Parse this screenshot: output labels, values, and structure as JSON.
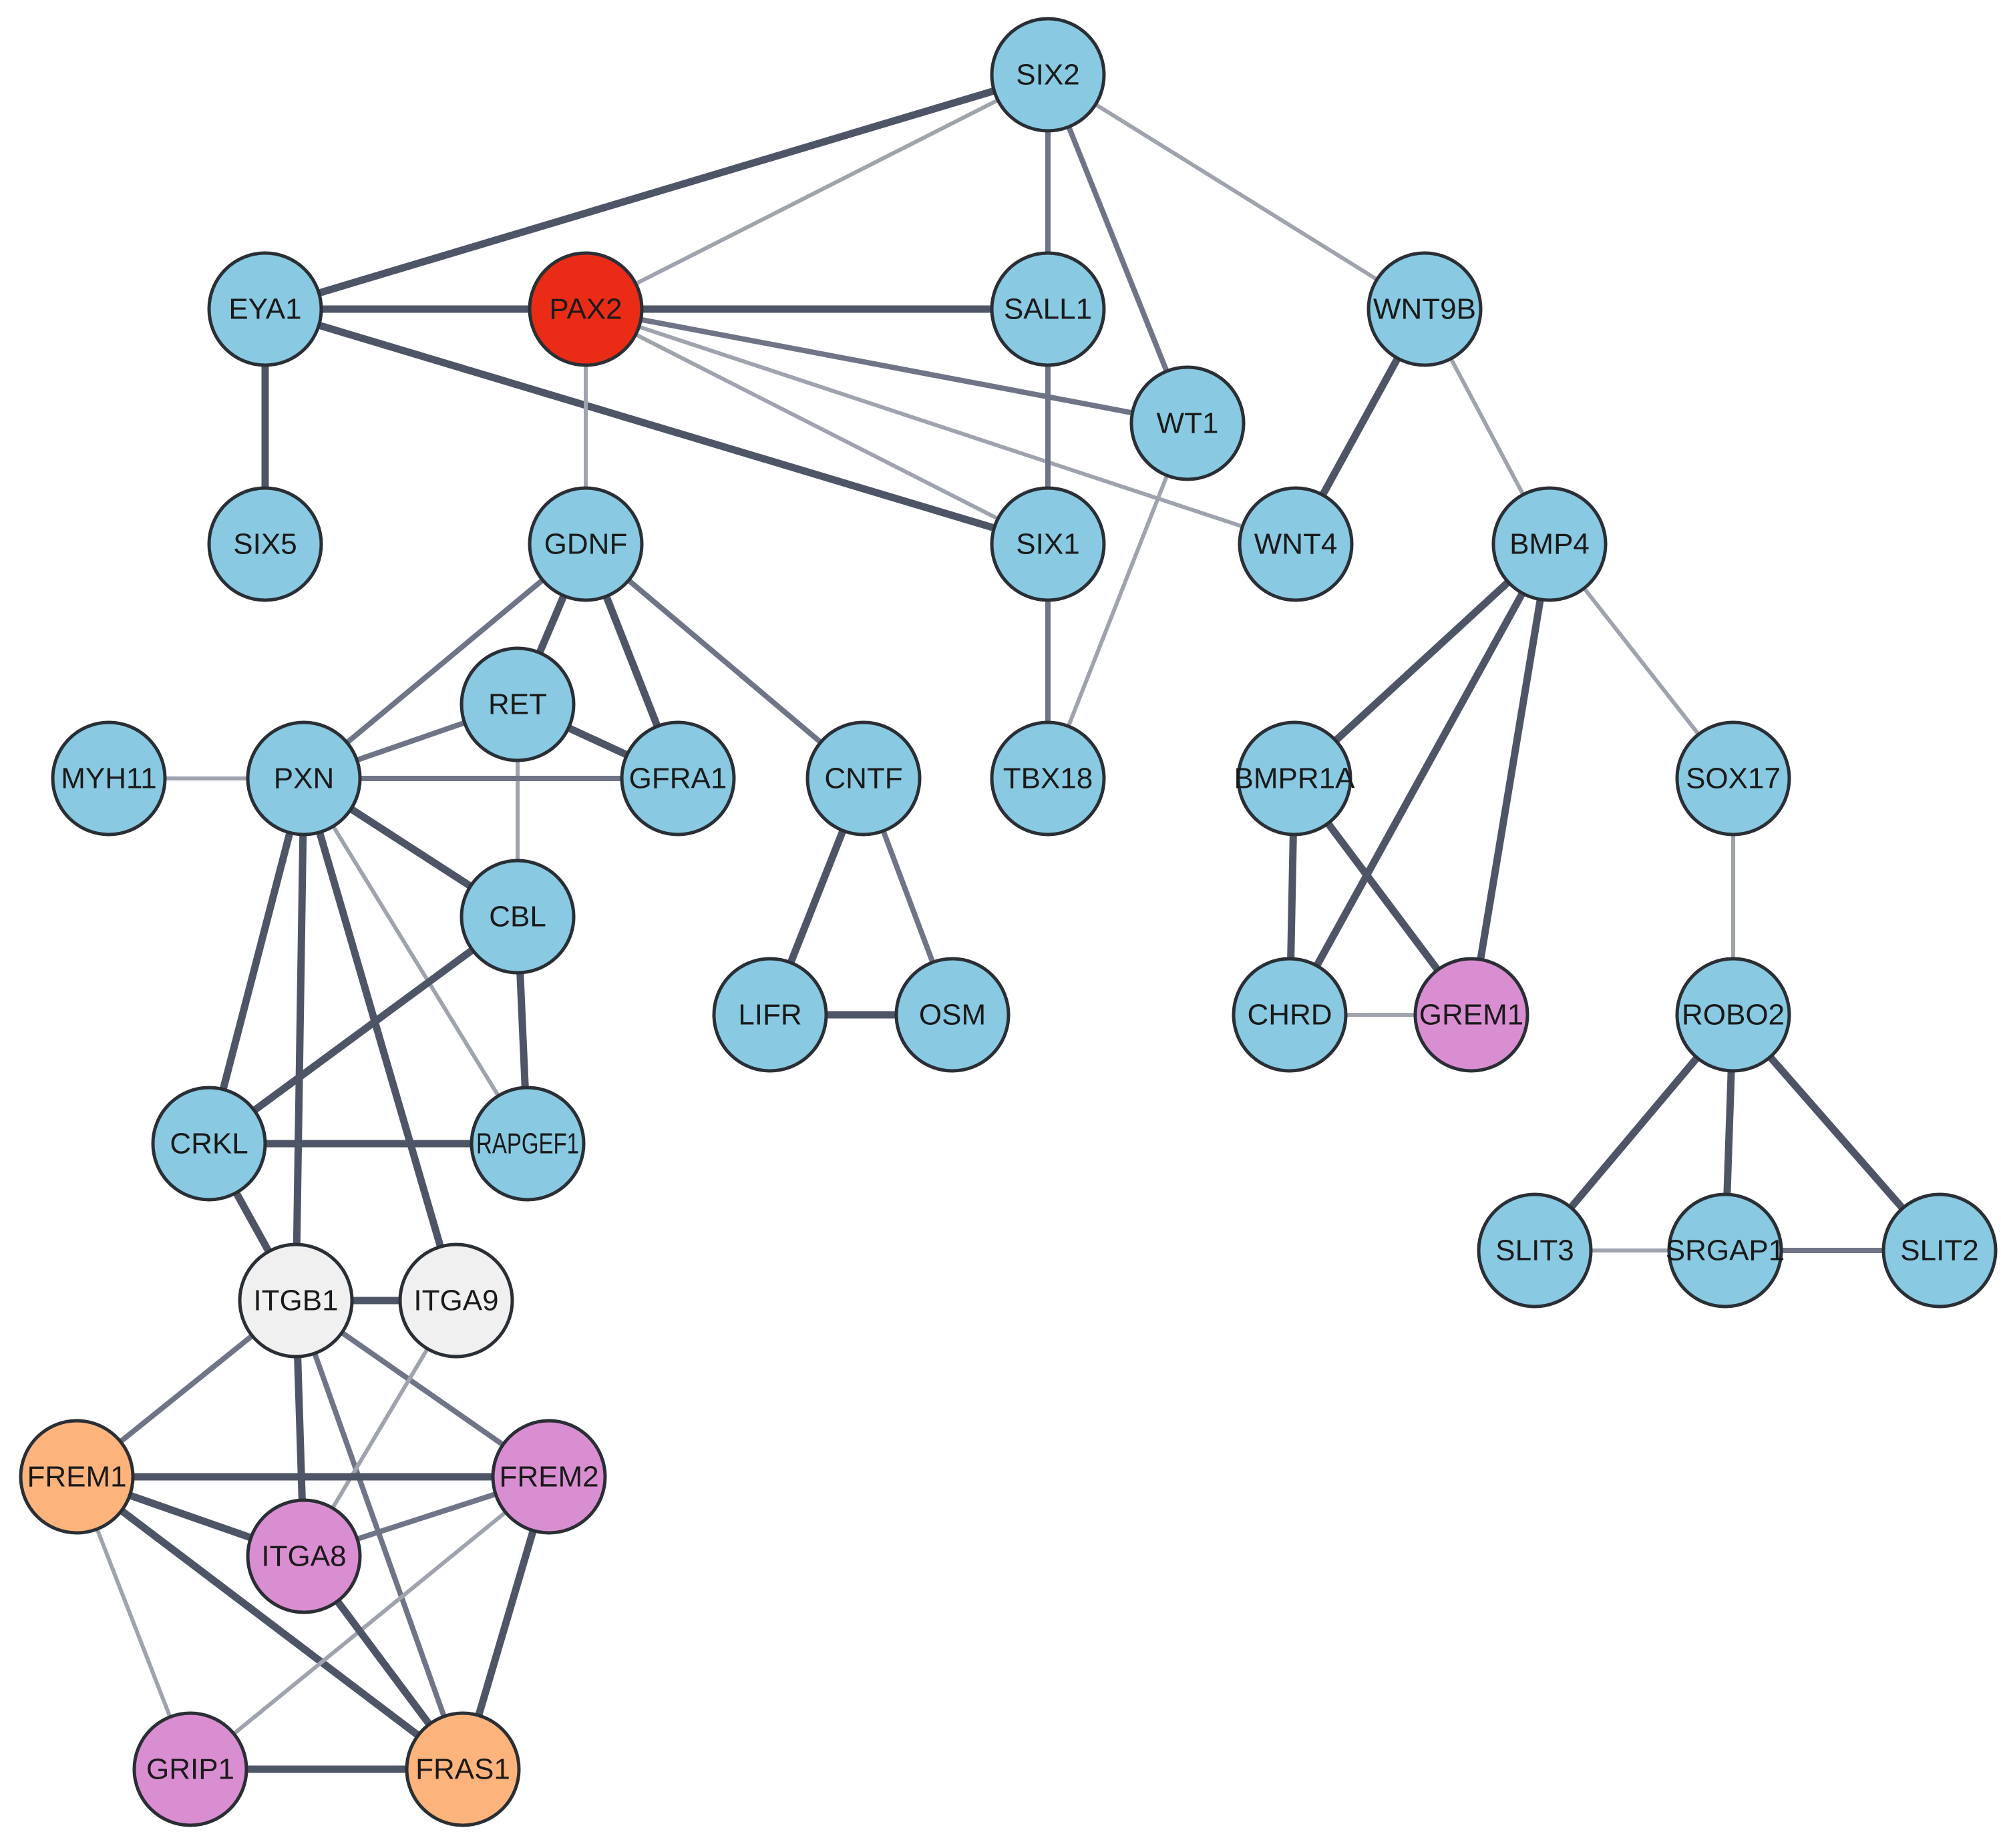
{
  "colors": {
    "default": "#89c9e2",
    "query": "#ea2c16",
    "integrin": "#f0f0f0",
    "pink": "#da8ed2",
    "orange": "#fdb47c",
    "edge_strong": "#4e5566",
    "edge_medium": "#6f7586",
    "edge_weak": "#9fa3ae"
  },
  "nodes": [
    {
      "id": "SIX2",
      "label": "SIX2",
      "group": "default"
    },
    {
      "id": "EYA1",
      "label": "EYA1",
      "group": "default"
    },
    {
      "id": "PAX2",
      "label": "PAX2",
      "group": "query"
    },
    {
      "id": "SALL1",
      "label": "SALL1",
      "group": "default"
    },
    {
      "id": "WNT9B",
      "label": "WNT9B",
      "group": "default"
    },
    {
      "id": "WT1",
      "label": "WT1",
      "group": "default"
    },
    {
      "id": "SIX5",
      "label": "SIX5",
      "group": "default"
    },
    {
      "id": "GDNF",
      "label": "GDNF",
      "group": "default"
    },
    {
      "id": "SIX1",
      "label": "SIX1",
      "group": "default"
    },
    {
      "id": "WNT4",
      "label": "WNT4",
      "group": "default"
    },
    {
      "id": "BMP4",
      "label": "BMP4",
      "group": "default"
    },
    {
      "id": "RET",
      "label": "RET",
      "group": "default"
    },
    {
      "id": "MYH11",
      "label": "MYH11",
      "group": "default"
    },
    {
      "id": "PXN",
      "label": "PXN",
      "group": "default"
    },
    {
      "id": "GFRA1",
      "label": "GFRA1",
      "group": "default"
    },
    {
      "id": "CNTF",
      "label": "CNTF",
      "group": "default"
    },
    {
      "id": "TBX18",
      "label": "TBX18",
      "group": "default"
    },
    {
      "id": "BMPR1A",
      "label": "BMPR1A",
      "group": "default"
    },
    {
      "id": "SOX17",
      "label": "SOX17",
      "group": "default"
    },
    {
      "id": "CBL",
      "label": "CBL",
      "group": "default"
    },
    {
      "id": "LIFR",
      "label": "LIFR",
      "group": "default"
    },
    {
      "id": "OSM",
      "label": "OSM",
      "group": "default"
    },
    {
      "id": "CHRD",
      "label": "CHRD",
      "group": "default"
    },
    {
      "id": "GREM1",
      "label": "GREM1",
      "group": "pink"
    },
    {
      "id": "ROBO2",
      "label": "ROBO2",
      "group": "default"
    },
    {
      "id": "CRKL",
      "label": "CRKL",
      "group": "default"
    },
    {
      "id": "RAPGEF1",
      "label": "RAPGEF1",
      "group": "default"
    },
    {
      "id": "SLIT3",
      "label": "SLIT3",
      "group": "default"
    },
    {
      "id": "SRGAP1",
      "label": "SRGAP1",
      "group": "default"
    },
    {
      "id": "SLIT2",
      "label": "SLIT2",
      "group": "default"
    },
    {
      "id": "ITGB1",
      "label": "ITGB1",
      "group": "integrin"
    },
    {
      "id": "ITGA9",
      "label": "ITGA9",
      "group": "integrin"
    },
    {
      "id": "FREM1",
      "label": "FREM1",
      "group": "orange"
    },
    {
      "id": "FREM2",
      "label": "FREM2",
      "group": "pink"
    },
    {
      "id": "ITGA8",
      "label": "ITGA8",
      "group": "pink"
    },
    {
      "id": "GRIP1",
      "label": "GRIP1",
      "group": "pink"
    },
    {
      "id": "FRAS1",
      "label": "FRAS1",
      "group": "orange"
    }
  ],
  "edges": [
    {
      "source": "SIX2",
      "target": "EYA1",
      "strength": "strong"
    },
    {
      "source": "SIX2",
      "target": "PAX2",
      "strength": "weak"
    },
    {
      "source": "SIX2",
      "target": "SALL1",
      "strength": "medium"
    },
    {
      "source": "SIX2",
      "target": "WT1",
      "strength": "medium"
    },
    {
      "source": "SIX2",
      "target": "WNT9B",
      "strength": "weak"
    },
    {
      "source": "EYA1",
      "target": "PAX2",
      "strength": "strong"
    },
    {
      "source": "EYA1",
      "target": "SIX5",
      "strength": "strong"
    },
    {
      "source": "EYA1",
      "target": "SIX1",
      "strength": "strong"
    },
    {
      "source": "PAX2",
      "target": "SALL1",
      "strength": "strong"
    },
    {
      "source": "PAX2",
      "target": "WT1",
      "strength": "medium"
    },
    {
      "source": "PAX2",
      "target": "SIX1",
      "strength": "weak"
    },
    {
      "source": "PAX2",
      "target": "WNT4",
      "strength": "weak"
    },
    {
      "source": "PAX2",
      "target": "GDNF",
      "strength": "weak"
    },
    {
      "source": "SALL1",
      "target": "SIX1",
      "strength": "medium"
    },
    {
      "source": "WT1",
      "target": "TBX18",
      "strength": "weak"
    },
    {
      "source": "SIX1",
      "target": "TBX18",
      "strength": "medium"
    },
    {
      "source": "WNT9B",
      "target": "WNT4",
      "strength": "strong"
    },
    {
      "source": "WNT9B",
      "target": "BMP4",
      "strength": "weak"
    },
    {
      "source": "GDNF",
      "target": "PXN",
      "strength": "medium"
    },
    {
      "source": "GDNF",
      "target": "RET",
      "strength": "strong"
    },
    {
      "source": "GDNF",
      "target": "GFRA1",
      "strength": "strong"
    },
    {
      "source": "GDNF",
      "target": "CNTF",
      "strength": "medium"
    },
    {
      "source": "RET",
      "target": "PXN",
      "strength": "medium"
    },
    {
      "source": "RET",
      "target": "GFRA1",
      "strength": "strong"
    },
    {
      "source": "RET",
      "target": "CBL",
      "strength": "weak"
    },
    {
      "source": "MYH11",
      "target": "PXN",
      "strength": "weak"
    },
    {
      "source": "PXN",
      "target": "GFRA1",
      "strength": "medium"
    },
    {
      "source": "PXN",
      "target": "CBL",
      "strength": "strong"
    },
    {
      "source": "PXN",
      "target": "RAPGEF1",
      "strength": "weak"
    },
    {
      "source": "PXN",
      "target": "CRKL",
      "strength": "strong"
    },
    {
      "source": "PXN",
      "target": "ITGB1",
      "strength": "strong"
    },
    {
      "source": "PXN",
      "target": "ITGA9",
      "strength": "strong"
    },
    {
      "source": "CBL",
      "target": "CRKL",
      "strength": "strong"
    },
    {
      "source": "CBL",
      "target": "RAPGEF1",
      "strength": "strong"
    },
    {
      "source": "CRKL",
      "target": "RAPGEF1",
      "strength": "strong"
    },
    {
      "source": "CRKL",
      "target": "ITGB1",
      "strength": "strong"
    },
    {
      "source": "CNTF",
      "target": "LIFR",
      "strength": "strong"
    },
    {
      "source": "CNTF",
      "target": "OSM",
      "strength": "medium"
    },
    {
      "source": "LIFR",
      "target": "OSM",
      "strength": "strong"
    },
    {
      "source": "BMP4",
      "target": "BMPR1A",
      "strength": "strong"
    },
    {
      "source": "BMP4",
      "target": "CHRD",
      "strength": "strong"
    },
    {
      "source": "BMP4",
      "target": "GREM1",
      "strength": "strong"
    },
    {
      "source": "BMP4",
      "target": "SOX17",
      "strength": "weak"
    },
    {
      "source": "BMPR1A",
      "target": "CHRD",
      "strength": "strong"
    },
    {
      "source": "BMPR1A",
      "target": "GREM1",
      "strength": "strong"
    },
    {
      "source": "CHRD",
      "target": "GREM1",
      "strength": "weak"
    },
    {
      "source": "SOX17",
      "target": "ROBO2",
      "strength": "weak"
    },
    {
      "source": "ROBO2",
      "target": "SLIT3",
      "strength": "strong"
    },
    {
      "source": "ROBO2",
      "target": "SRGAP1",
      "strength": "strong"
    },
    {
      "source": "ROBO2",
      "target": "SLIT2",
      "strength": "strong"
    },
    {
      "source": "SLIT3",
      "target": "SRGAP1",
      "strength": "weak"
    },
    {
      "source": "SRGAP1",
      "target": "SLIT2",
      "strength": "medium"
    },
    {
      "source": "ITGB1",
      "target": "ITGA9",
      "strength": "strong"
    },
    {
      "source": "ITGB1",
      "target": "FREM1",
      "strength": "medium"
    },
    {
      "source": "ITGB1",
      "target": "ITGA8",
      "strength": "strong"
    },
    {
      "source": "ITGB1",
      "target": "FREM2",
      "strength": "medium"
    },
    {
      "source": "ITGB1",
      "target": "FRAS1",
      "strength": "medium"
    },
    {
      "source": "ITGA9",
      "target": "ITGA8",
      "strength": "weak"
    },
    {
      "source": "FREM1",
      "target": "FREM2",
      "strength": "strong"
    },
    {
      "source": "FREM1",
      "target": "ITGA8",
      "strength": "strong"
    },
    {
      "source": "FREM1",
      "target": "GRIP1",
      "strength": "weak"
    },
    {
      "source": "FREM1",
      "target": "FRAS1",
      "strength": "strong"
    },
    {
      "source": "FREM2",
      "target": "ITGA8",
      "strength": "medium"
    },
    {
      "source": "FREM2",
      "target": "GRIP1",
      "strength": "weak"
    },
    {
      "source": "FREM2",
      "target": "FRAS1",
      "strength": "strong"
    },
    {
      "source": "ITGA8",
      "target": "FRAS1",
      "strength": "strong"
    },
    {
      "source": "GRIP1",
      "target": "FRAS1",
      "strength": "strong"
    }
  ]
}
